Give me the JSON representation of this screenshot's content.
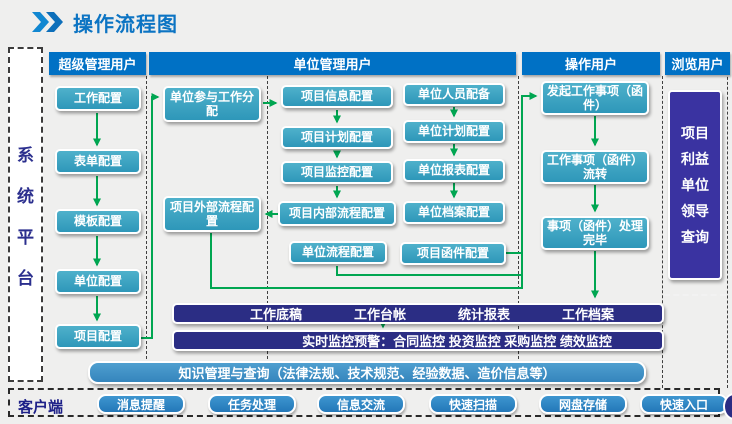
{
  "page": {
    "title": "操作流程图"
  },
  "platform": {
    "chars": [
      "系",
      "统",
      "平",
      "台"
    ]
  },
  "headers": [
    "超级管理用户",
    "单位管理用户",
    "操作用户",
    "浏览用户"
  ],
  "nodes": {
    "super": [
      "工作配置",
      "表单配置",
      "模板配置",
      "单位配置",
      "项目配置"
    ],
    "assign": [
      "单位参与工作分配",
      "项目外部流程配置"
    ],
    "project": [
      "项目信息配置",
      "项目计划配置",
      "项目监控配置",
      "项目内部流程配置",
      "单位流程配置"
    ],
    "unit": [
      "单位人员配备",
      "单位计划配置",
      "单位报表配置",
      "单位档案配置",
      "项目函件配置"
    ],
    "operator": [
      "发起工作事项（函件）",
      "工作事项（函件）流转",
      "事项（函件）处理完毕"
    ],
    "viewer_lines": [
      "项目",
      "利益",
      "单位",
      "领导",
      "查询"
    ]
  },
  "bars": {
    "workdocs": [
      "工作底稿",
      "工作台帐",
      "统计报表",
      "工作档案"
    ],
    "monitor": "实时监控预警：合同监控 投资监控 采购监控 绩效监控",
    "knowledge": "知识管理与查询（法律法规、技术规范、经验数据、造价信息等）"
  },
  "client": {
    "label": "客户端",
    "buttons": [
      "消息提醒",
      "任务处理",
      "信息交流",
      "快速扫描",
      "网盘存储",
      "快速入口"
    ]
  },
  "colors": {
    "header_blue": "#0071c5",
    "node_teal": "#38a3c1",
    "bar_navy": "#2b2d84",
    "viewer_indigo": "#3a33a1",
    "arrow_green": "#00a651",
    "knowledge_blue": "#4090c8",
    "client_button_blue": "#2f86c4",
    "title_blue": "#0c74c3",
    "platform_text_navy": "#2b2f8e"
  }
}
